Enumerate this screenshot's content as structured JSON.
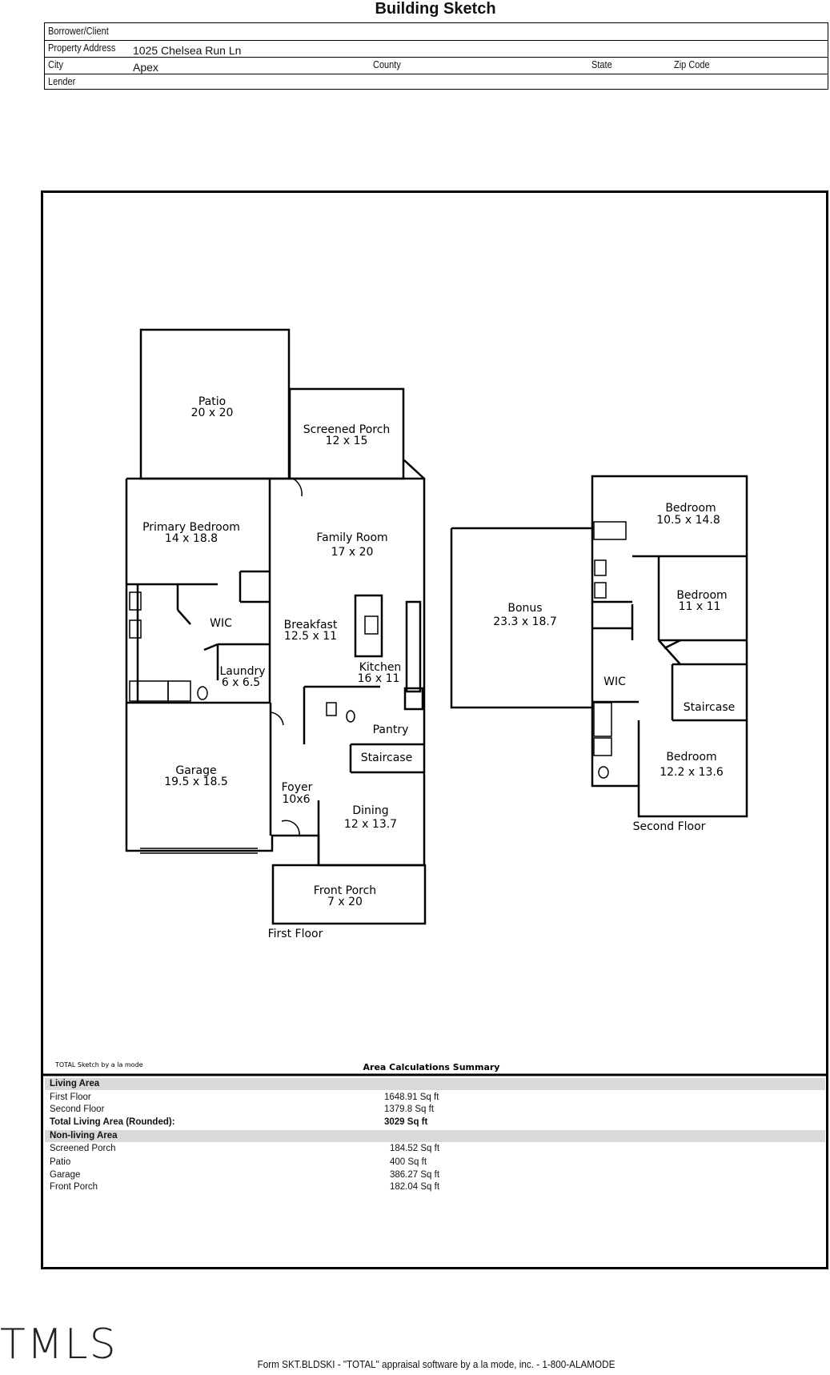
{
  "header": {
    "title": "Building Sketch",
    "borrower_label": "Borrower/Client",
    "address_label": "Property Address",
    "address_value": "1025 Chelsea Run Ln",
    "city_label": "City",
    "city_value": "Apex",
    "county_label": "County",
    "state_label": "State",
    "zip_label": "Zip Code",
    "lender_label": "Lender"
  },
  "sketch": {
    "rooms": {
      "patio": [
        "Patio",
        "20 x 20"
      ],
      "screened": [
        "Screened Porch",
        "12 x 15"
      ],
      "primary": [
        "Primary Bedroom",
        "14 x 18.8"
      ],
      "family": [
        "Family Room",
        "17 x 20"
      ],
      "wic1": [
        "WIC"
      ],
      "breakfast": [
        "Breakfast",
        "12.5 x 11"
      ],
      "laundry": [
        "Laundry",
        "6 x 6.5"
      ],
      "kitchen": [
        "Kitchen",
        "16 x 11"
      ],
      "pantry": [
        "Pantry"
      ],
      "stair1": [
        "Staircase"
      ],
      "garage": [
        "Garage",
        "19.5 x 18.5"
      ],
      "foyer": [
        "Foyer",
        "10x6"
      ],
      "dining": [
        "Dining",
        "12 x 13.7"
      ],
      "frontporch": [
        "Front Porch",
        "7 x 20"
      ],
      "bonus": [
        "Bonus",
        "23.3 x 18.7"
      ],
      "bed1": [
        "Bedroom",
        "10.5 x 14.8"
      ],
      "bed2": [
        "Bedroom",
        "11 x 11"
      ],
      "wic2": [
        "WIC"
      ],
      "stair2": [
        "Staircase"
      ],
      "bed3": [
        "Bedroom",
        "12.2 x 13.6"
      ]
    },
    "first_floor_label": "First Floor",
    "second_floor_label": "Second Floor",
    "credit": "TOTAL Sketch by a la mode"
  },
  "summary": {
    "title": "Area Calculations Summary",
    "living_header": "Living Area",
    "living_rows": [
      {
        "label": "First Floor",
        "value": "1648.91 Sq ft"
      },
      {
        "label": "Second Floor",
        "value": "1379.8 Sq ft"
      }
    ],
    "total_label": "Total Living Area (Rounded):",
    "total_value": "3029 Sq ft",
    "nonliving_header": "Non-living Area",
    "nonliving_rows": [
      {
        "label": "Screened Porch",
        "value": "184.52 Sq ft"
      },
      {
        "label": "Patio",
        "value": "400 Sq ft"
      },
      {
        "label": "Garage",
        "value": "386.27 Sq ft"
      },
      {
        "label": "Front Porch",
        "value": "182.04 Sq ft"
      }
    ]
  },
  "footer": {
    "form_text": "Form SKT.BLDSKI - \"TOTAL\" appraisal software by a la mode, inc. - 1-800-ALAMODE",
    "logo_text": "TMLS"
  }
}
